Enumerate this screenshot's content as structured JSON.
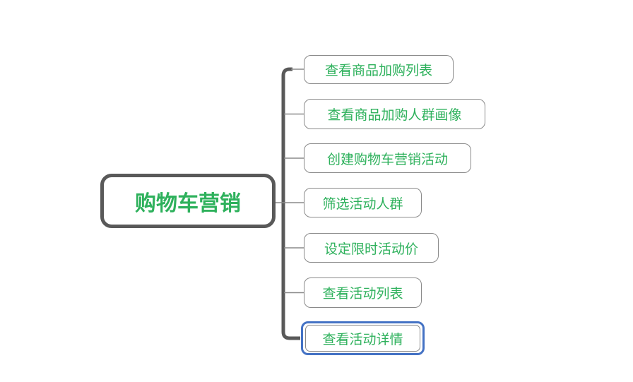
{
  "diagram": {
    "type": "mindmap",
    "root": {
      "label": "购物车营销"
    },
    "children": [
      {
        "label": "查看商品加购列表",
        "selected": false
      },
      {
        "label": "查看商品加购人群画像",
        "selected": false
      },
      {
        "label": "创建购物车营销活动",
        "selected": false
      },
      {
        "label": "筛选活动人群",
        "selected": false
      },
      {
        "label": "设定限时活动价",
        "selected": false
      },
      {
        "label": "查看活动列表",
        "selected": false
      },
      {
        "label": "查看活动详情",
        "selected": true
      }
    ],
    "colors": {
      "text_green": "#2eb15c",
      "root_border": "#595959",
      "child_border": "#8a8a8a",
      "connector_thick": "#595959",
      "connector_thin": "#8a8a8a",
      "selection_blue": "#4472c4",
      "background": "#ffffff"
    }
  }
}
